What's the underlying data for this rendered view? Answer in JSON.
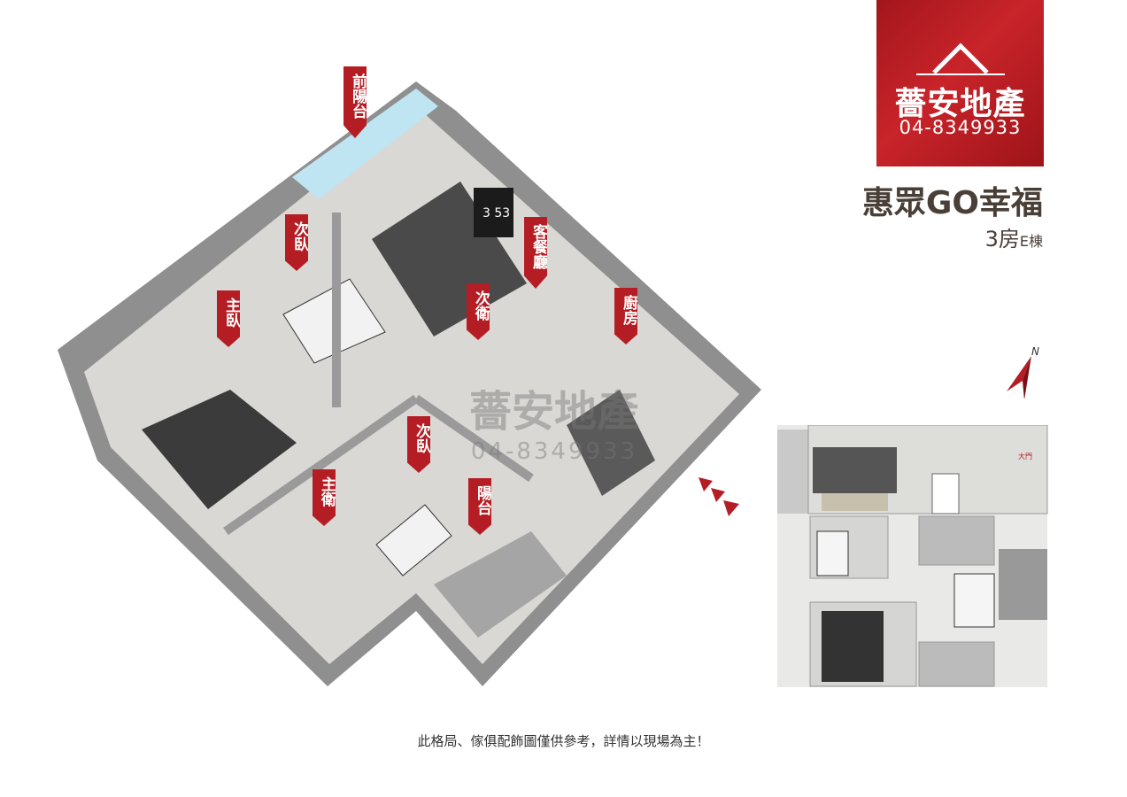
{
  "brand": {
    "name": "薔安地產",
    "phone": "04-8349933",
    "color": "#b51d24"
  },
  "project": {
    "title": "惠眾GO幸福",
    "layout": "3房",
    "building": "E棟"
  },
  "rooms": [
    {
      "label": "前陽台"
    },
    {
      "label": "次臥"
    },
    {
      "label": "主臥"
    },
    {
      "label": "客餐廳"
    },
    {
      "label": "次衛"
    },
    {
      "label": "廚房"
    },
    {
      "label": "次臥"
    },
    {
      "label": "主衛"
    },
    {
      "label": "陽台"
    }
  ],
  "wall_clock": "3 53",
  "watermark": {
    "name": "薔安地產",
    "phone": "04-8349933"
  },
  "compass": {
    "label": "N",
    "icon": "north-arrow-icon"
  },
  "entrance": {
    "icon": "entrance-arrows-icon"
  },
  "minimap": {
    "door_label": "大門"
  },
  "disclaimer": "此格局、傢俱配飾圖僅供參考，詳情以現場為主！"
}
